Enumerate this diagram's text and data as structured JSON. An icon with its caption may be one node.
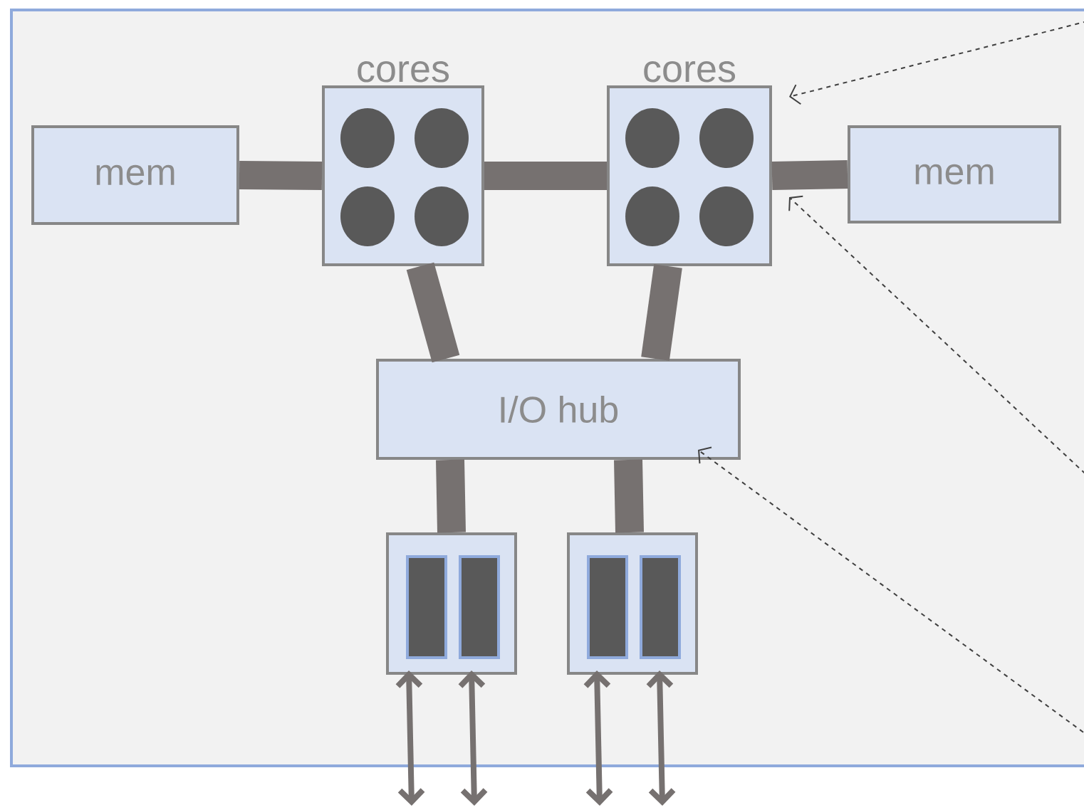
{
  "diagram": {
    "nodes": [
      {
        "text": [],
        "shape": "box"
      },
      {
        "text": [
          "mem"
        ],
        "in": 0
      },
      {
        "text": [
          "cores"
        ],
        "in": 0
      },
      {
        "text": [
          "cores"
        ],
        "in": 0
      },
      {
        "text": [
          "mem"
        ],
        "in": 0
      },
      {
        "text": [
          "I/O hub"
        ],
        "in": 0
      },
      {
        "text": [],
        "shape": "box",
        "in": 0
      },
      {
        "text": [],
        "shape": "box",
        "in": 0
      }
    ],
    "edges": [
      {
        "from": 1,
        "to": 2,
        "arrow": "none",
        "style": "thick"
      },
      {
        "from": 2,
        "to": 3,
        "arrow": "none",
        "style": "thick"
      },
      {
        "from": 3,
        "to": 4,
        "arrow": "none",
        "style": "thick"
      },
      {
        "from": 2,
        "to": 5,
        "arrow": "none",
        "style": "thick"
      },
      {
        "from": 3,
        "to": 5,
        "arrow": "none",
        "style": "thick"
      },
      {
        "from": 5,
        "to": 6,
        "arrow": "none",
        "style": "thick"
      },
      {
        "from": 5,
        "to": 7,
        "arrow": "none",
        "style": "thick"
      },
      {
        "from": null,
        "to": 6,
        "arrow": "both"
      },
      {
        "from": null,
        "to": 6,
        "arrow": "both"
      },
      {
        "from": null,
        "to": 7,
        "arrow": "both"
      },
      {
        "from": null,
        "to": 7,
        "arrow": "both"
      },
      {
        "from": null,
        "to": 3,
        "arrow": "to",
        "style": "dashed",
        "color": "#404040"
      },
      {
        "from": null,
        "to": 3,
        "arrow": "to",
        "style": "dashed",
        "color": "#404040"
      },
      {
        "from": null,
        "to": 5,
        "arrow": "to",
        "style": "dashed",
        "color": "#404040"
      }
    ]
  }
}
